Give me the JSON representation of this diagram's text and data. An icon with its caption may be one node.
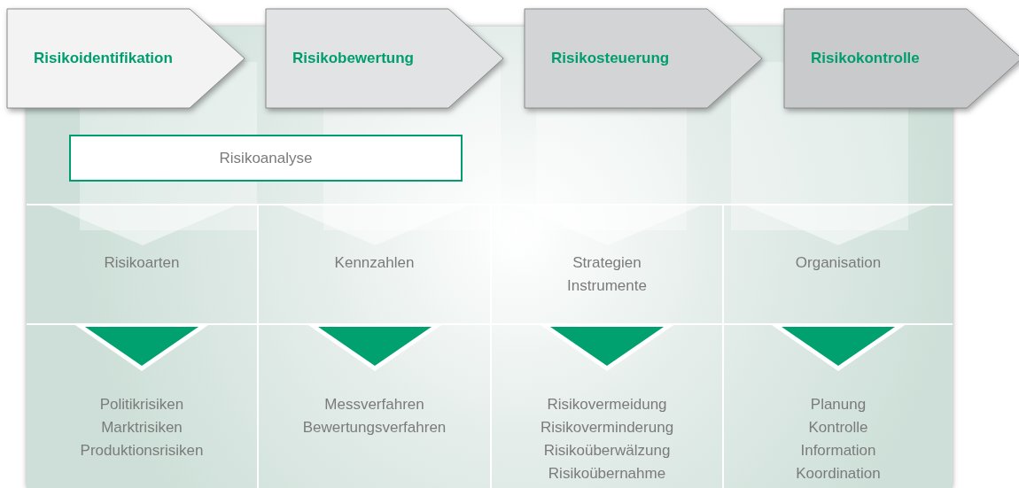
{
  "diagram": {
    "nodes": [
      {
        "text": [
          "Risikoidentifikation"
        ]
      },
      {
        "text": [
          "Risikobewertung"
        ]
      },
      {
        "text": [
          "Risikosteuerung"
        ]
      },
      {
        "text": [
          "Risikokontrolle"
        ]
      },
      {
        "text": [
          "Risikoanalyse"
        ]
      },
      {
        "text": [
          "Risikoarten"
        ]
      },
      {
        "text": [
          "Kennzahlen"
        ]
      },
      {
        "text": [
          "Strategien",
          "Instrumente"
        ]
      },
      {
        "text": [
          "Organisation"
        ]
      },
      {
        "text": [
          "Politikrisiken",
          "Marktrisiken",
          "Produktionsrisiken"
        ]
      },
      {
        "text": [
          "Messverfahren",
          "Bewertungsverfahren"
        ]
      },
      {
        "text": [
          "Risikovermeidung",
          "Risikoverminderung",
          "Risikoüberwälzung",
          "Risikoübernahme"
        ]
      },
      {
        "text": [
          "Planung",
          "Kontrolle",
          "Information",
          "Koordination"
        ]
      }
    ],
    "edges": []
  }
}
